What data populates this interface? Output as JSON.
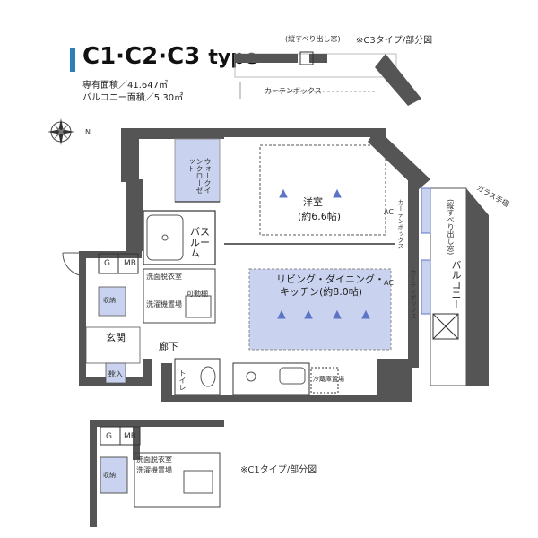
{
  "header": {
    "title": "C1·C2·C3",
    "title_suffix": "type",
    "area_exclusive": "専有面積／41.647㎡",
    "area_balcony": "バルコニー面積／5.30㎡"
  },
  "notes": {
    "c3_partial": "※C3タイプ/部分図",
    "c1_partial": "※C1タイプ/部分図",
    "top_window": "(縦すべり出し窓)",
    "curtain_box_top": "カーテンボックス",
    "glass_rail": "ガラス手摺",
    "right_window": "(縦すべり出し窓)"
  },
  "rooms": {
    "western_room": "洋室",
    "western_room_size": "(約6.6帖)",
    "ldk": "リビング・ダイニング・",
    "ldk2": "キッチン(約8.0帖)",
    "bathroom": "バスルーム",
    "walk_in_closet": "ウォークインクローゼット",
    "washroom": "洗面脱衣室",
    "washer_space": "洗濯機置場",
    "shelf": "可動棚",
    "entrance": "玄関",
    "hallway": "廊下",
    "toilet": "トイレ",
    "balcony": "バルコニー",
    "fridge": "冷蔵庫置場",
    "shoe": "靴入",
    "storage": "収納",
    "c1_washroom": "洗面脱衣室",
    "c1_washer": "洗濯機置場",
    "c1_storage": "収納"
  },
  "labels": {
    "g": "G",
    "mb": "MB",
    "g2": "G",
    "mb2": "MB",
    "ac": "AC",
    "ac2": "AC",
    "curtain_box_side": "カーテンボックス",
    "curtain_box_left": "カーテンボックス"
  },
  "colors": {
    "wall": "#555555",
    "blue_fill": "#c9d3ef",
    "blue_line": "#5e74c4",
    "accent": "#2d7fb8"
  }
}
